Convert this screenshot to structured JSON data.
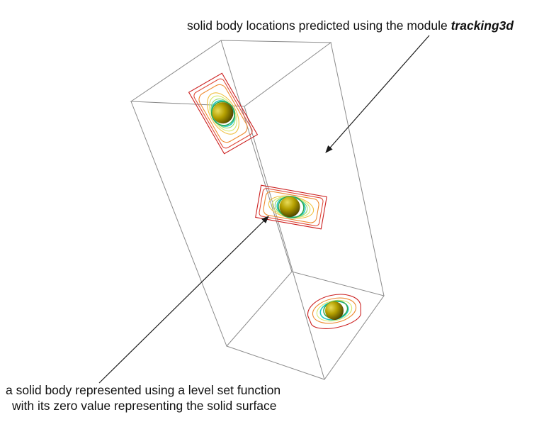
{
  "annotations": {
    "top_prefix": "solid body locations predicted using the module ",
    "top_module": "tracking3d",
    "bottom_line1": "a solid  body represented using a level  set function",
    "bottom_line2": "with its zero value representing the solid surface"
  },
  "colors": {
    "box_edges": "#8a8a8a",
    "arrow": "#1a1a1a",
    "sphere": "#b5a000",
    "contour_levels": [
      "#2fa84f",
      "#21c7c4",
      "#8fd86a",
      "#d8e86a",
      "#f0c040",
      "#ee8a30",
      "#e04a3a",
      "#cc2020"
    ]
  },
  "objects": [
    {
      "name": "body-top",
      "contours": 7
    },
    {
      "name": "body-middle",
      "contours": 8
    },
    {
      "name": "body-bottom",
      "contours": 5
    }
  ]
}
